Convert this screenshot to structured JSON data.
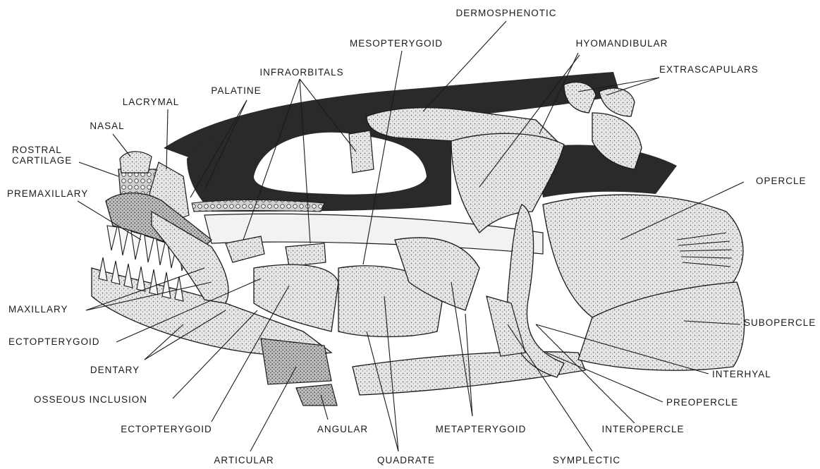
{
  "labels": {
    "dermosphenotic": "DERMOSPHENOTIC",
    "mesopterygoid": "MESOPTERYGOID",
    "hyomandibular": "HYOMANDIBULAR",
    "infraorbitals": "INFRAORBITALS",
    "extrascapulars": "EXTRASCAPULARS",
    "palatine": "PALATINE",
    "lacrymal": "LACRYMAL",
    "nasal": "NASAL",
    "rostral_cartilage_1": "ROSTRAL",
    "rostral_cartilage_2": "CARTILAGE",
    "premaxillary": "PREMAXILLARY",
    "opercle": "OPERCLE",
    "maxillary": "MAXILLARY",
    "subopercle": "SUBOPERCLE",
    "ectopterygoid_left": "ECTOPTERYGOID",
    "dentary": "DENTARY",
    "interhyal": "INTERHYAL",
    "osseous_inclusion": "OSSEOUS  INCLUSION",
    "preopercle": "PREOPERCLE",
    "ectopterygoid_bottom": "ECTOPTERYGOID",
    "angular": "ANGULAR",
    "metapterygoid": "METAPTERYGOID",
    "interopercle": "INTEROPERCLE",
    "articular": "ARTICULAR",
    "quadrate": "QUADRATE",
    "symplectic": "SYMPLECTIC"
  },
  "colors": {
    "ink": "#1a1a1a",
    "dark_fill": "#2a2a2a",
    "stipple_light": "#d9d9d9",
    "stipple_mid": "#b8b8b8",
    "paper": "#ffffff"
  }
}
